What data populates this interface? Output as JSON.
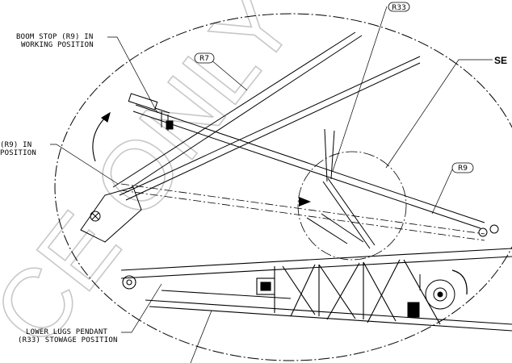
{
  "callouts": {
    "boom_stop_working_line1": "BOOM STOP (R9) IN",
    "boom_stop_working_line2": "WORKING POSITION",
    "boom_stop_left_line1": "(R9) IN",
    "boom_stop_left_line2": "POSITION",
    "lower_lugs_line1": "LOWER LUGS PENDANT",
    "lower_lugs_line2": "(R33) STOWAGE POSITION",
    "see_label": "SE"
  },
  "tags": {
    "r33": "R33",
    "r7": "R7",
    "r9": "R9"
  },
  "watermark": {
    "text": "CE ONLY"
  }
}
